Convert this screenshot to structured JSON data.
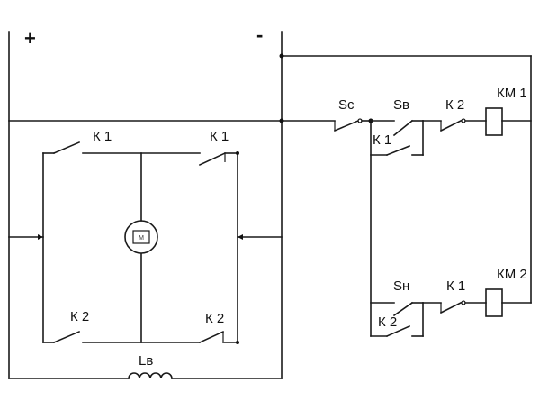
{
  "diagram": {
    "polarity": {
      "plus": "+",
      "minus": "-"
    },
    "labels": {
      "sc": "Sc",
      "sv": "Sв",
      "sn": "Sн",
      "k2_top_ctrl": "К 2",
      "k1_ctrl_upper": "К 1",
      "k1_ctrl_lower": "К 1",
      "k2_ctrl_lower": "К 2",
      "km1": "КМ 1",
      "km2": "КМ 2",
      "k1_bridge_left": "К 1",
      "k1_bridge_right": "К 1",
      "k2_bridge_left": "К 2",
      "k2_bridge_right": "К 2",
      "motor": "M",
      "field_winding": "Lв"
    }
  }
}
